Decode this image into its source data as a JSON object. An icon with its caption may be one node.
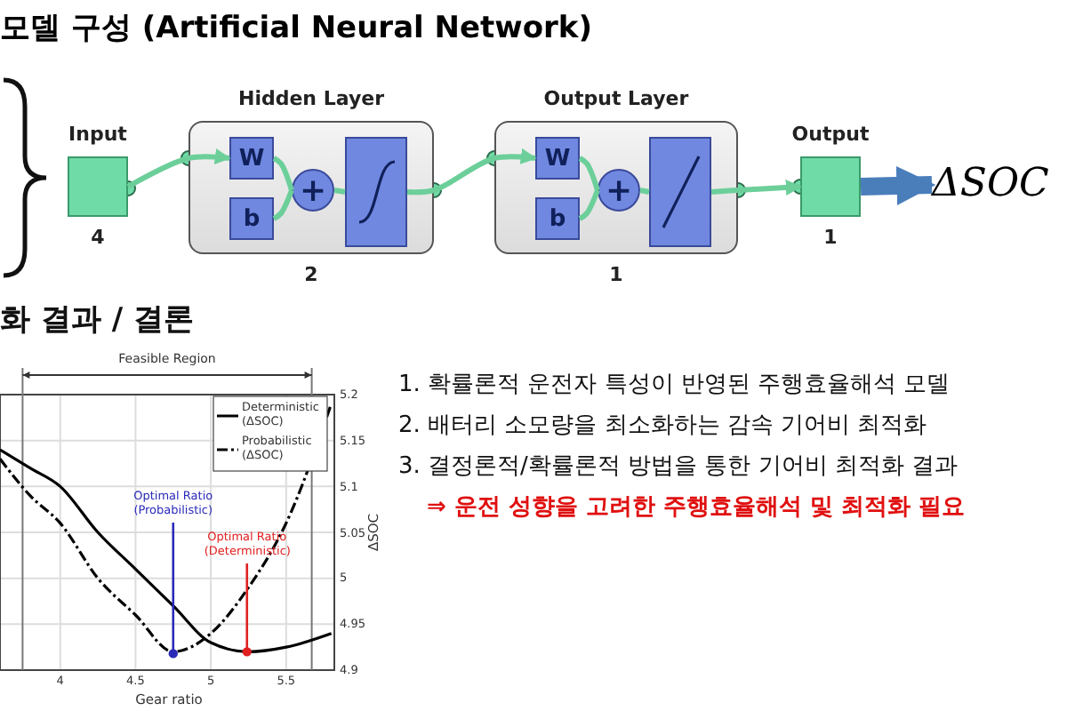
{
  "diagram": {
    "title": "모델 구성 (Artificial Neural Network)",
    "nodes": [
      {
        "text": [
          "Input"
        ],
        "beside": [
          "4"
        ]
      },
      {
        "text": [
          "Hidden Layer"
        ],
        "beside": [
          "2"
        ]
      },
      {
        "text": [
          "W"
        ],
        "in": 1
      },
      {
        "text": [
          "b"
        ],
        "in": 1
      },
      {
        "text": [
          "+"
        ],
        "in": 1
      },
      {
        "text": [],
        "shape": "box",
        "in": 1
      },
      {
        "text": [
          "Output Layer"
        ],
        "beside": [
          "1"
        ]
      },
      {
        "text": [
          "W"
        ],
        "in": 6
      },
      {
        "text": [
          "b"
        ],
        "in": 6
      },
      {
        "text": [
          "+"
        ],
        "in": 6
      },
      {
        "text": [],
        "shape": "box",
        "in": 6
      },
      {
        "text": [
          "Output"
        ],
        "beside": [
          "1"
        ]
      },
      {
        "text": [
          "ΔSOC"
        ]
      }
    ],
    "edges": [
      {
        "from": 0,
        "to": 2,
        "arrow": "to"
      },
      {
        "from": 2,
        "to": 4,
        "arrow": "none"
      },
      {
        "from": 3,
        "to": 4,
        "arrow": "none"
      },
      {
        "from": 4,
        "to": 5,
        "arrow": "none"
      },
      {
        "from": 5,
        "to": 7,
        "arrow": "to"
      },
      {
        "from": 7,
        "to": 9,
        "arrow": "none"
      },
      {
        "from": 8,
        "to": 9,
        "arrow": "none"
      },
      {
        "from": 9,
        "to": 10,
        "arrow": "none"
      },
      {
        "from": 10,
        "to": 11,
        "arrow": "to"
      },
      {
        "from": 11,
        "to": 12,
        "arrow": "to",
        "style": "thick",
        "color": "#4a7ebb"
      }
    ],
    "labels": [
      "화 결과 / 결론",
      "1. 확률론적 운전자 특성이 반영된 주행효율해석 모델",
      "2. 배터리 소모량을 최소화하는 감속 기어비 최적화",
      "3. 결정론적/확률론적 방법을 통한 기어비 최적화 결과",
      "⇒ 운전 성향을 고려한 주행효율해석 및 최적화 필요"
    ],
    "chart_data": {
      "type": "line",
      "xlabel": "Gear ratio",
      "ylabel": "ΔSOC",
      "x": [
        3.6,
        3.8,
        4,
        4.25,
        4.5,
        4.75,
        5,
        5.25,
        5.5,
        5.8
      ],
      "series": [
        {
          "name": "Deterministic (ΔSOC)",
          "color": "#000000",
          "line_style": "solid",
          "values": [
            5.14,
            5.12,
            5.1,
            5.05,
            5.01,
            4.97,
            4.93,
            4.92,
            4.925,
            4.94
          ]
        },
        {
          "name": "Probabilistic (ΔSOC)",
          "color": "#000000",
          "line_style": "dashdot",
          "values": [
            5.13,
            5.09,
            5.06,
            5.0,
            4.96,
            4.92,
            4.94,
            4.99,
            5.06,
            5.19
          ]
        }
      ],
      "xlim": [
        3.6,
        5.82
      ],
      "ylim": [
        4.9,
        5.2
      ],
      "xticks": [
        4,
        4.5,
        5,
        5.5
      ],
      "yticks": [
        4.9,
        4.95,
        5,
        5.05,
        5.1,
        5.15,
        5.2
      ],
      "grid": true,
      "legend": "upper right",
      "ref_lines": [
        {
          "axis": "x",
          "value": 3.75
        },
        {
          "axis": "x",
          "value": 5.67
        }
      ],
      "annotations": [
        "Feasible Region",
        {
          "text": "Optimal Ratio (Probabilistic)",
          "x": 4.75,
          "y": 4.918
        },
        {
          "text": "Optimal Ratio (Deterministic)",
          "x": 5.24,
          "y": 4.92
        }
      ]
    }
  }
}
